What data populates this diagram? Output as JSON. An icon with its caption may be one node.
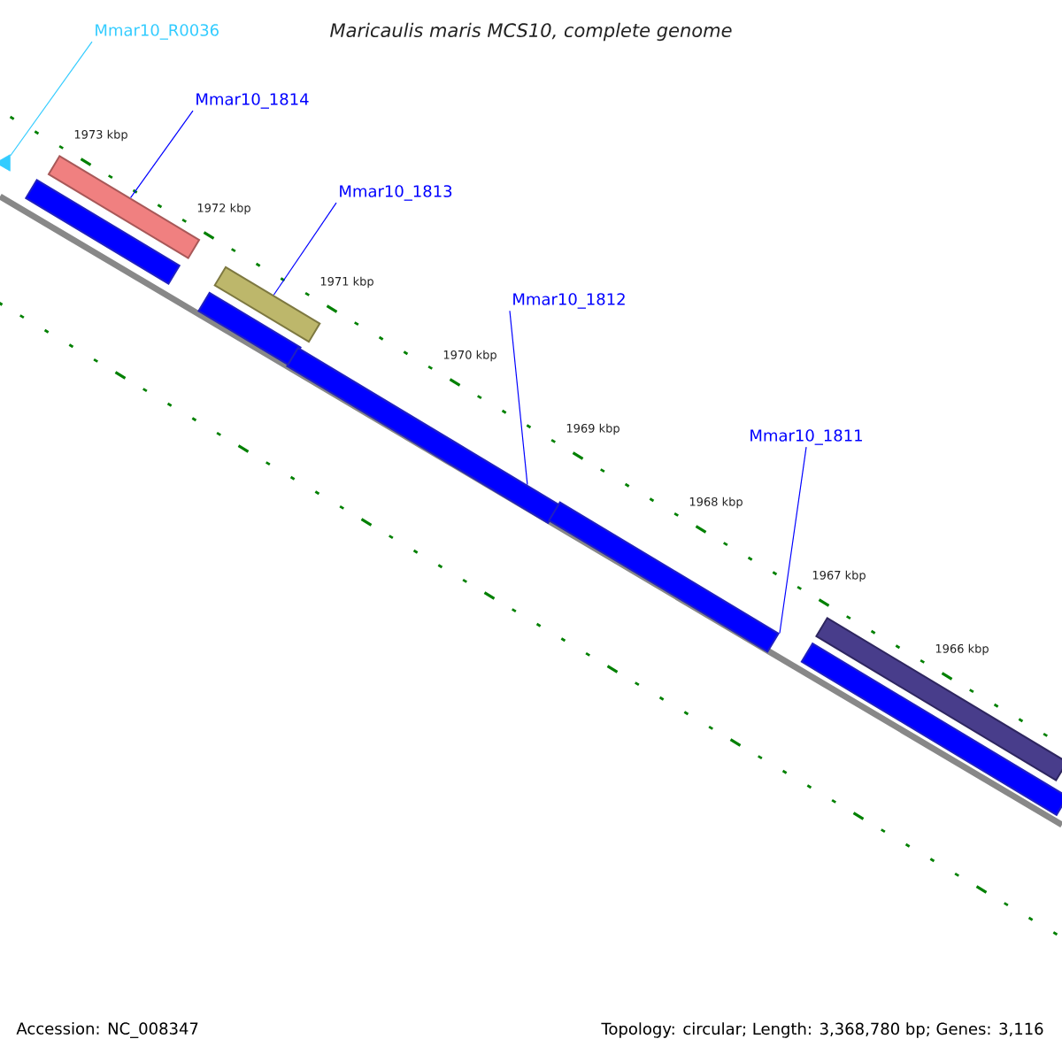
{
  "diagram": {
    "title": "Maricaulis maris MCS10, complete genome",
    "nodes": [
      {
        "text": [
          "Mmar10_R0036"
        ]
      },
      {
        "text": [
          "Mmar10_1814"
        ]
      },
      {
        "text": [
          "Mmar10_1813"
        ]
      },
      {
        "text": [
          "Mmar10_1812"
        ]
      },
      {
        "text": [
          "Mmar10_1811"
        ]
      },
      {
        "text": [],
        "shape": "triangle"
      },
      {
        "text": [],
        "shape": "bar"
      },
      {
        "text": [],
        "shape": "bar"
      },
      {
        "text": [],
        "shape": "bar"
      },
      {
        "text": [],
        "shape": "bar"
      },
      {
        "text": [],
        "shape": "bar"
      },
      {
        "text": [],
        "shape": "bar"
      },
      {
        "text": [],
        "shape": "bar"
      },
      {
        "text": [],
        "shape": "bar"
      }
    ],
    "edges": [
      {
        "from": 0,
        "to": 5,
        "arrow": "none",
        "color": "#33ccff"
      },
      {
        "from": 1,
        "to": 6,
        "arrow": "none"
      },
      {
        "from": 2,
        "to": 8,
        "arrow": "none"
      },
      {
        "from": 3,
        "to": 10,
        "arrow": "none"
      },
      {
        "from": 4,
        "to": 11,
        "arrow": "none"
      }
    ],
    "labels": [
      "1973 kbp",
      "1972 kbp",
      "1971 kbp",
      "1970 kbp",
      "1969 kbp",
      "1968 kbp",
      "1967 kbp",
      "1966 kbp",
      "Accession: NC_008347",
      "Topology: circular; Length: 3,368,780 bp; Genes: 3,116"
    ]
  }
}
